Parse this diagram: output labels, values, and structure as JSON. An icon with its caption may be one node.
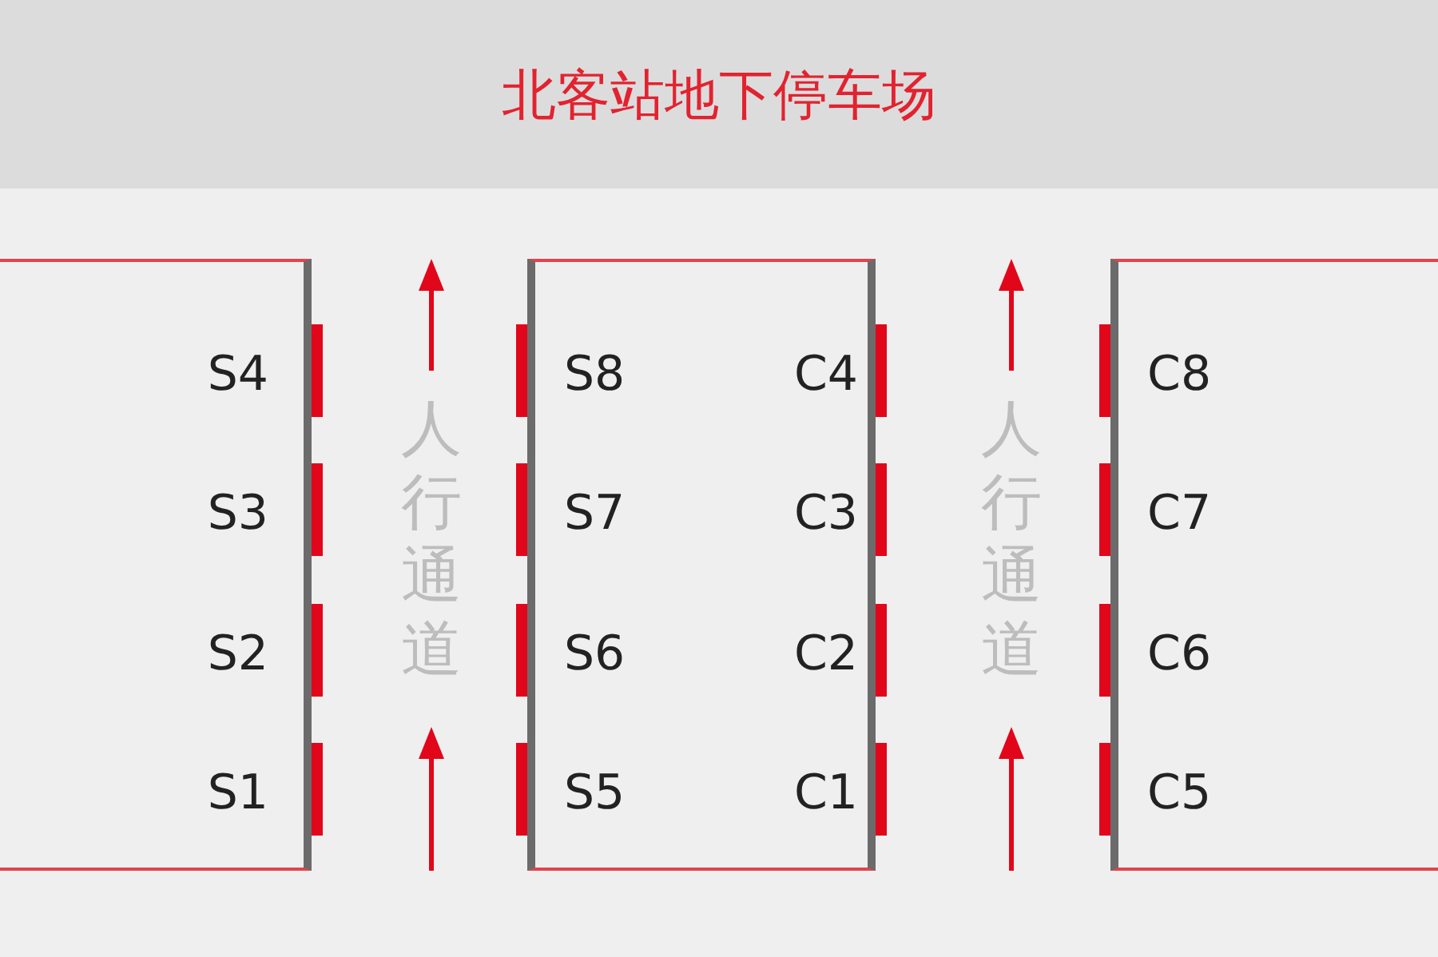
{
  "diagram": {
    "title": "北客站地下停车场",
    "nodes": [
      {
        "text": [
          "S4",
          "S3",
          "S2",
          "S1"
        ]
      },
      {
        "text": [
          "S8",
          "C4",
          "S7",
          "C3",
          "S6",
          "C2",
          "S5",
          "C1"
        ]
      },
      {
        "text": [
          "C8",
          "C7",
          "C6",
          "C5"
        ]
      }
    ],
    "labels": [
      "人行通道",
      "人行通道"
    ]
  }
}
